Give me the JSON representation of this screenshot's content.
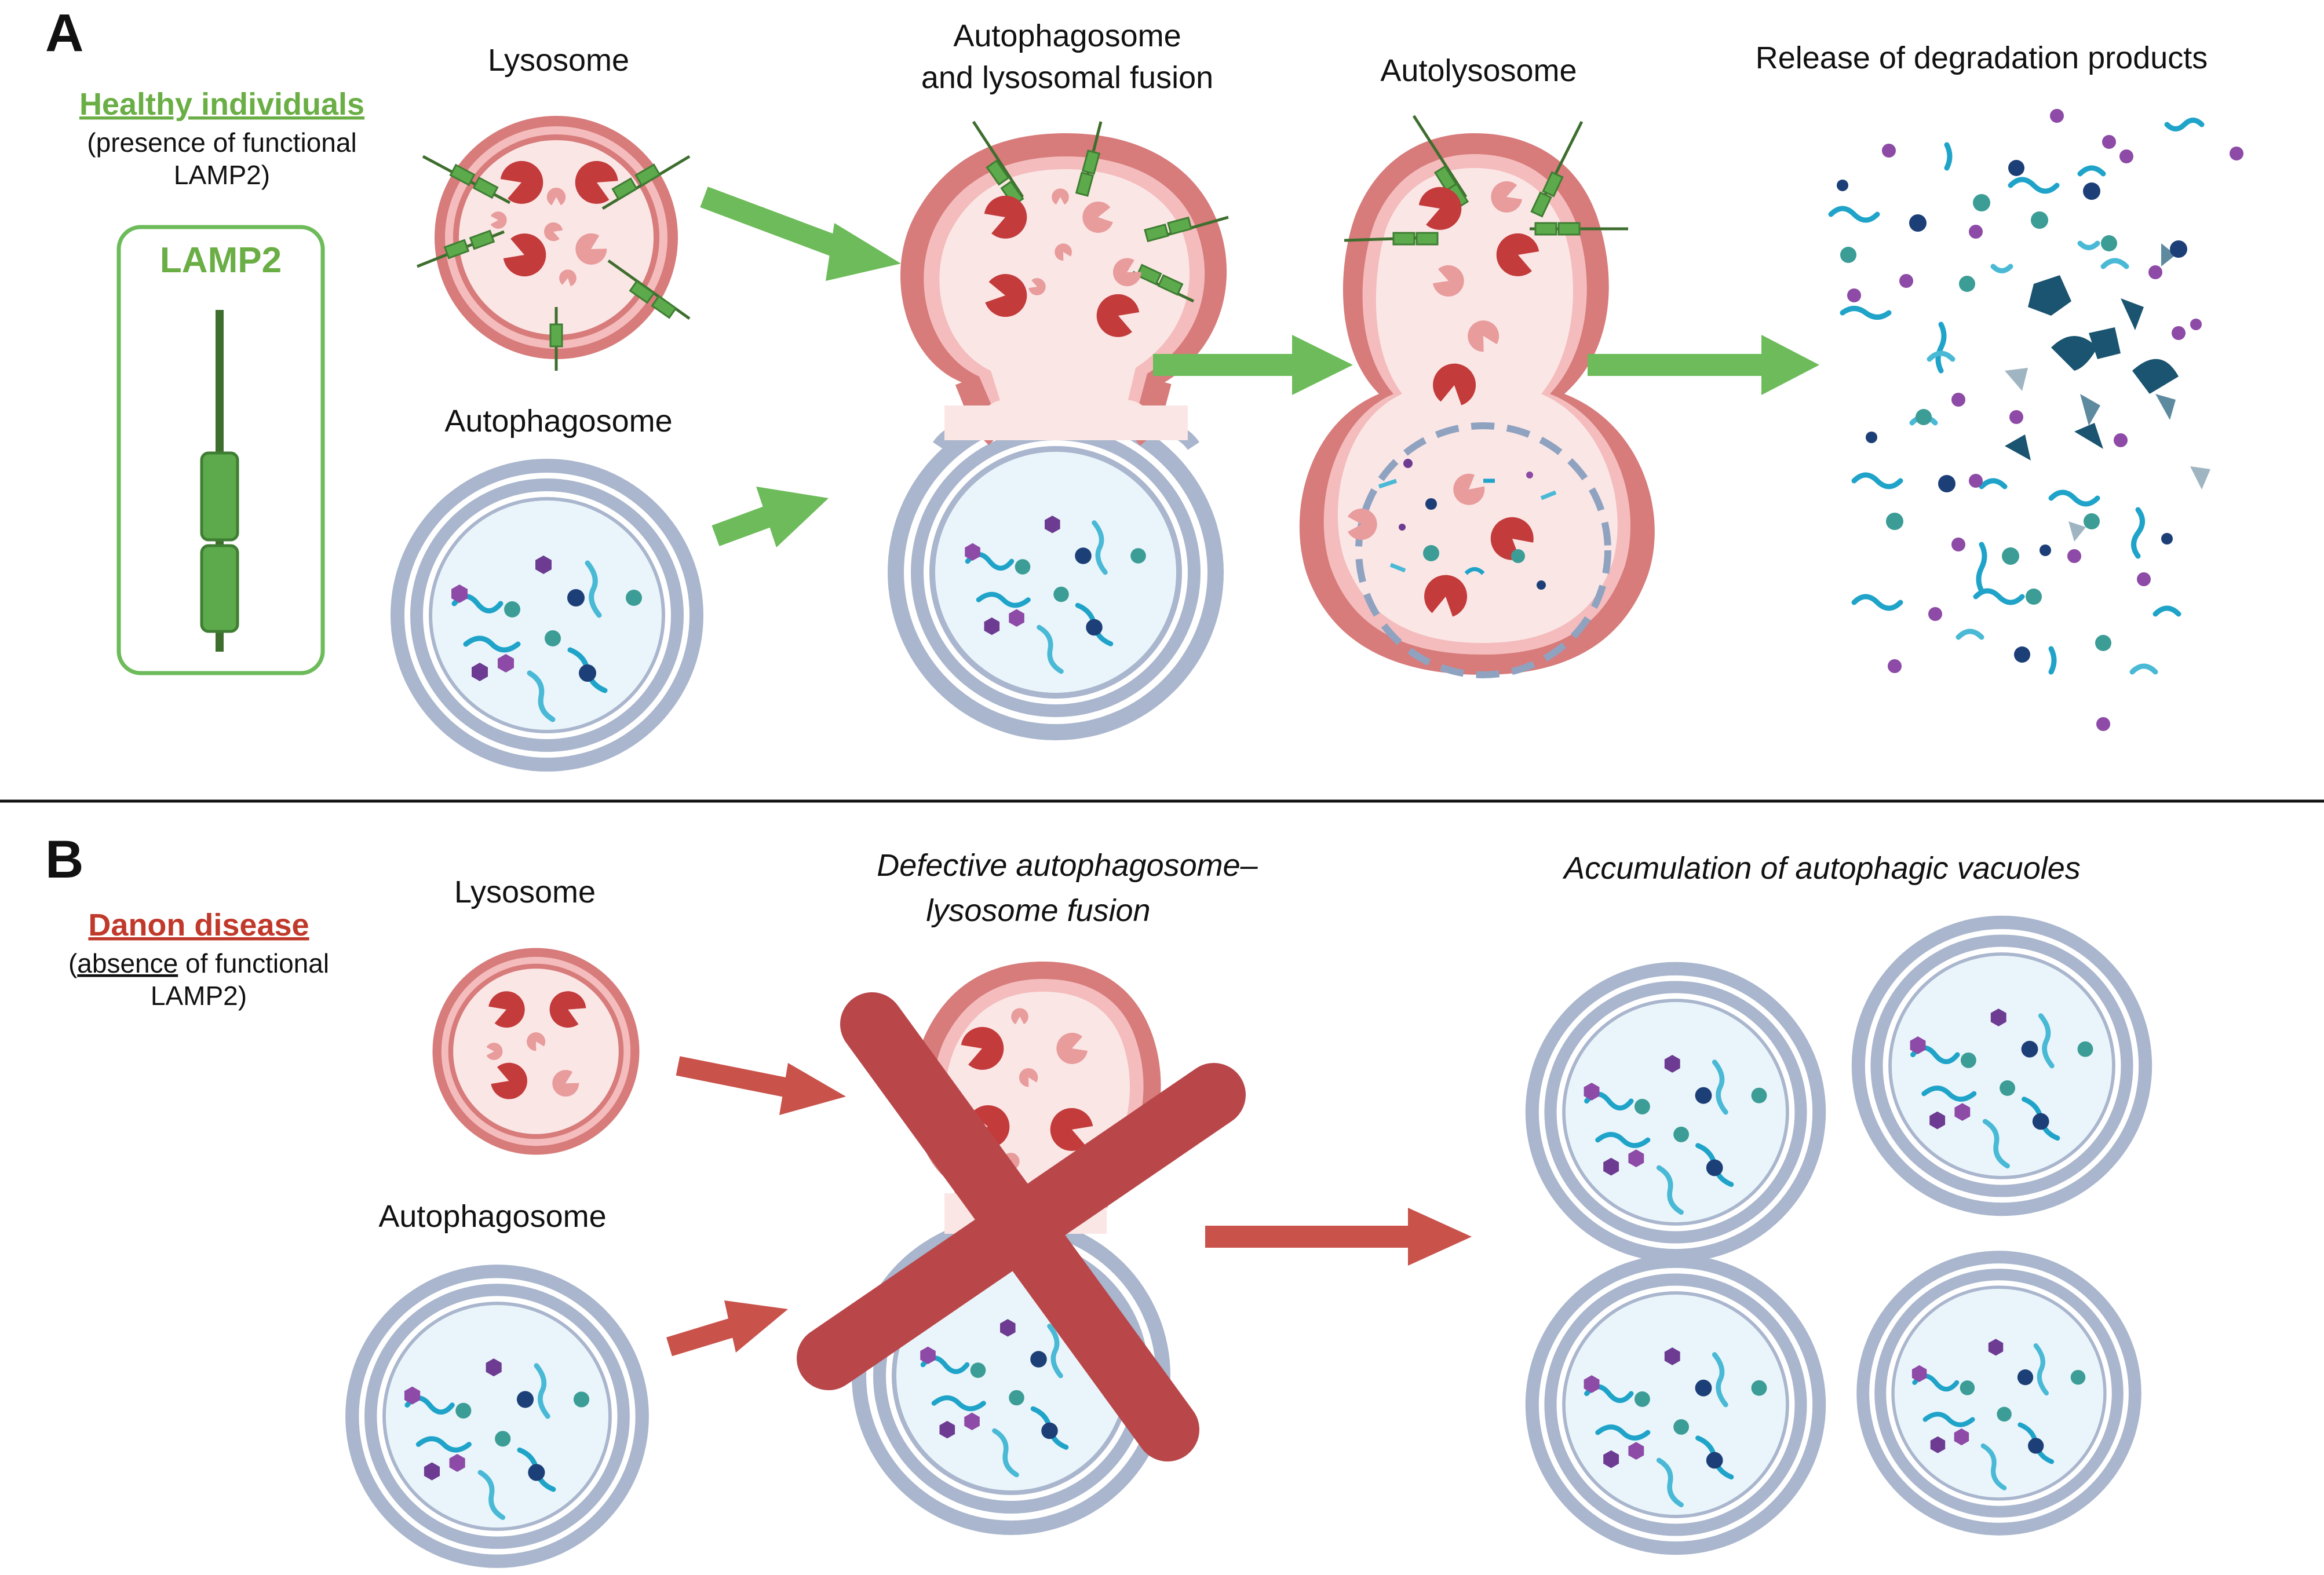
{
  "panel_a": {
    "letter": "A",
    "group_label": "Healthy individuals",
    "group_desc_1": "(presence of functional",
    "group_desc_2": "LAMP2)",
    "lamp2_label": "LAMP2",
    "lysosome_label": "Lysosome",
    "autophagosome_label": "Autophagosome",
    "fusion_label_1": "Autophagosome",
    "fusion_label_2": "and  lysosomal  fusion",
    "autolysosome_label": "Autolysosome",
    "release_label": "Release of degradation products",
    "arrow_color": "#6dbb5a"
  },
  "panel_b": {
    "letter": "B",
    "group_label": "Danon disease",
    "group_desc_1_underlined": "absence",
    "group_desc_1_prefix": "(",
    "group_desc_1_suffix": " of functional",
    "group_desc_2": "LAMP2)",
    "lysosome_label": "Lysosome",
    "autophagosome_label": "Autophagosome",
    "defect_label_1": "Defective autophagosome–",
    "defect_label_2": "lysosome fusion",
    "accumulation_label": "Accumulation  of autophagic vacuoles",
    "arrow_color": "#c9524b"
  },
  "colors": {
    "healthy_green": "#6aae45",
    "danon_red": "#c0392b",
    "lysosome_membrane": "#d77b7b",
    "lysosome_fill": "#fbe6e6",
    "autophagosome_membrane": "#a9b6cd",
    "autophagosome_fill": "#eaf5fb",
    "enzyme_dark": "#c33b3b",
    "enzyme_light": "#e89c9c",
    "cross": "#b9474a"
  }
}
